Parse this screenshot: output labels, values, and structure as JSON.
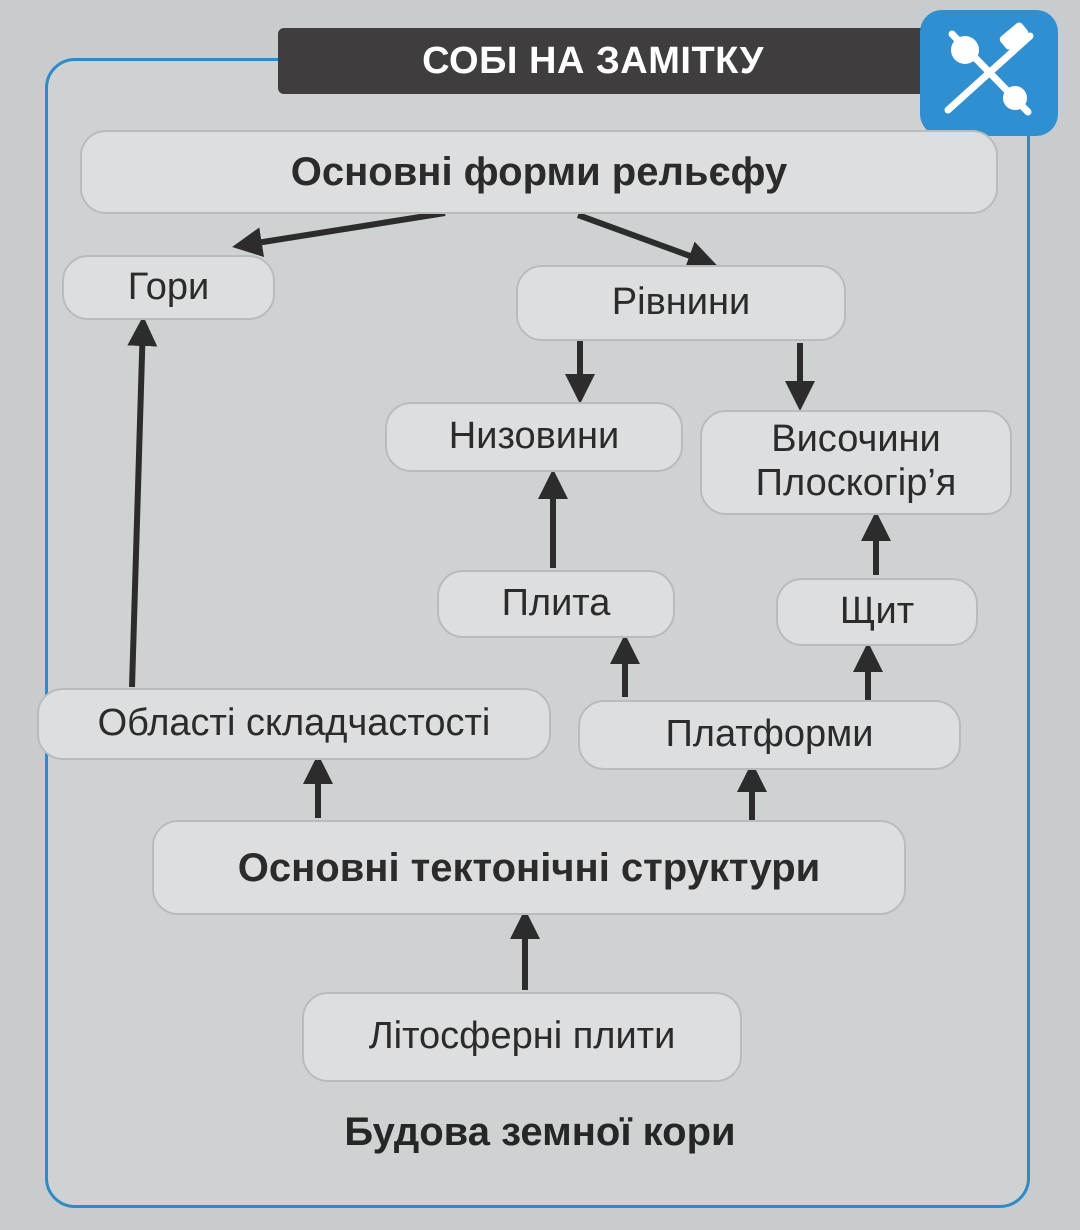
{
  "header": {
    "banner_title": "СОБІ НА ЗАМІТКУ",
    "badge_icon": "pin-note-icon",
    "accent_color": "#2f8fd0",
    "banner_color": "#3f3d3d"
  },
  "nodes": {
    "relief_forms": "Основні форми рельєфу",
    "mountains": "Гори",
    "plains": "Рівнини",
    "lowlands": "Низовини",
    "uplands_line1": "Височини",
    "uplands_line2": "Плоскогір’я",
    "plate": "Плита",
    "shield": "Щит",
    "fold_areas": "Області складчастості",
    "platforms": "Платформи",
    "tectonic_structures": "Основні тектонічні структури",
    "lithospheric_plates": "Літосферні плити"
  },
  "caption": "Будова земної кори"
}
